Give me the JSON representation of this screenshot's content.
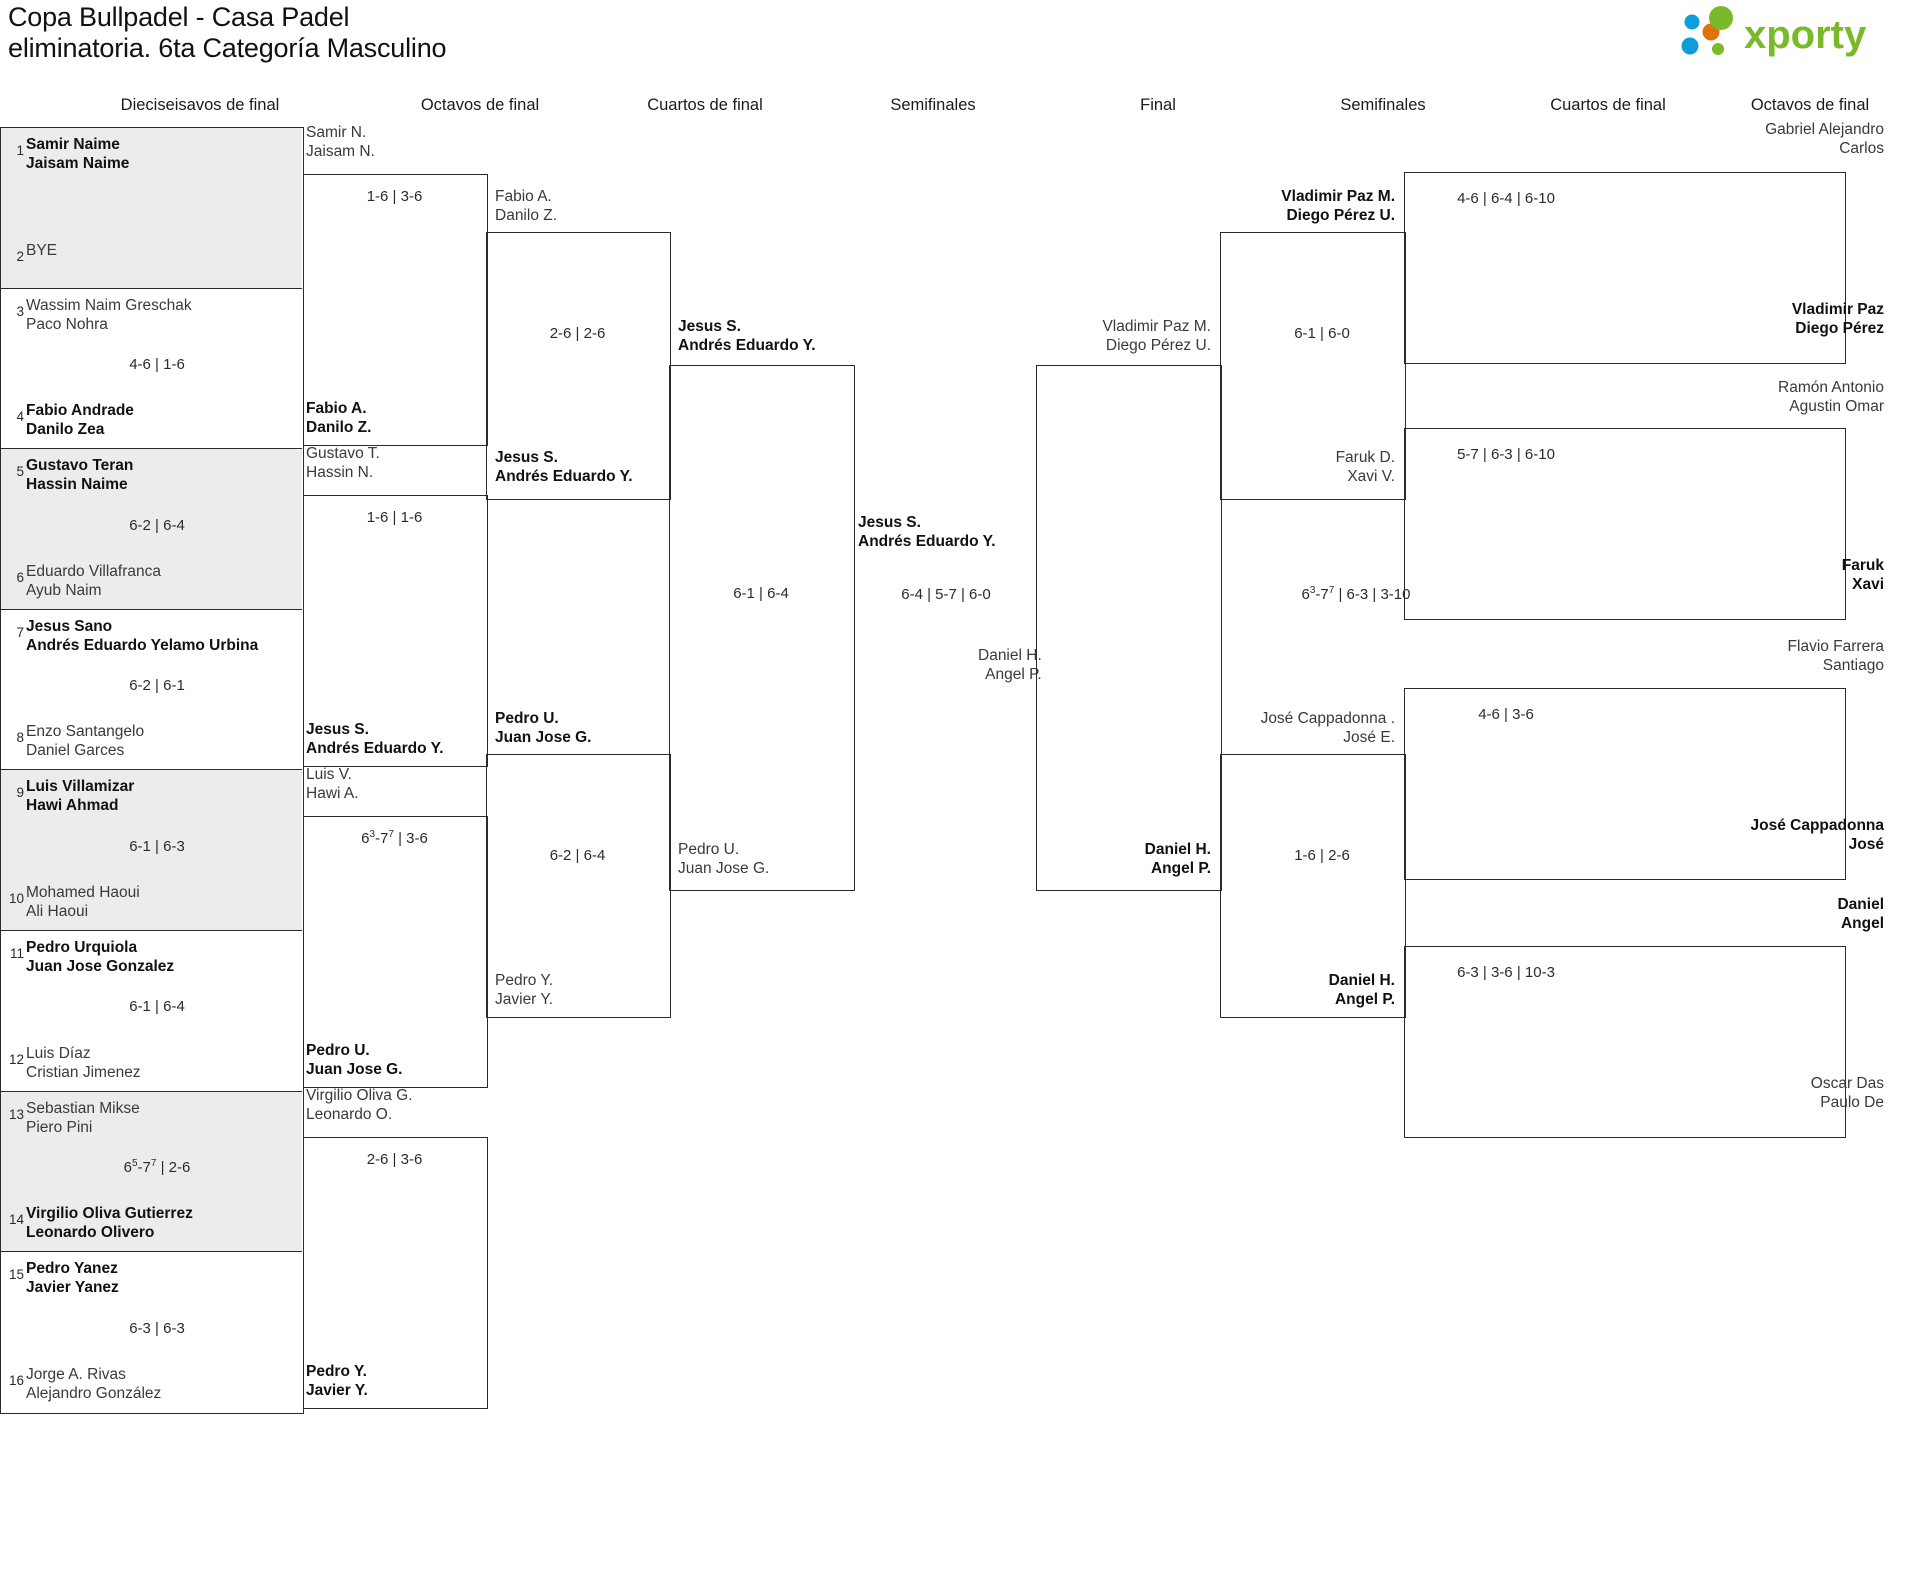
{
  "header": {
    "title": "Copa Bullpadel - Casa Padel\neliminatoria. 6ta Categoría Masculino",
    "logo_text": "xporty",
    "logo_colors": {
      "green": "#7ab929",
      "blue": "#0d9ddb",
      "orange": "#e2700d"
    }
  },
  "rounds": [
    {
      "id": "r16-left",
      "label": "Dieciseisavos de final"
    },
    {
      "id": "r8-left",
      "label": "Octavos de final"
    },
    {
      "id": "qf-left",
      "label": "Cuartos de final"
    },
    {
      "id": "sf-left",
      "label": "Semifinales"
    },
    {
      "id": "final",
      "label": "Final"
    },
    {
      "id": "sf-right",
      "label": "Semifinales"
    },
    {
      "id": "qf-right",
      "label": "Cuartos de final"
    },
    {
      "id": "r8-right",
      "label": "Octavos de final"
    }
  ],
  "round_of_32": {
    "entries": [
      {
        "seed": "1",
        "p1": "Samir Naime",
        "p2": "Jaisam Naime",
        "winner": true,
        "shaded": true
      },
      {
        "seed": "2",
        "p1": "BYE",
        "p2": "",
        "winner": false,
        "shaded": true
      },
      {
        "seed": "3",
        "p1": "Wassim Naim Greschak",
        "p2": "Paco Nohra",
        "winner": false,
        "shaded": false
      },
      {
        "seed": "4",
        "p1": "Fabio Andrade",
        "p2": "Danilo Zea",
        "winner": true,
        "shaded": false
      },
      {
        "seed": "5",
        "p1": "Gustavo Teran",
        "p2": "Hassin Naime",
        "winner": true,
        "shaded": true
      },
      {
        "seed": "6",
        "p1": "Eduardo Villafranca",
        "p2": "Ayub Naim",
        "winner": false,
        "shaded": true
      },
      {
        "seed": "7",
        "p1": "Jesus Sano",
        "p2": "Andrés Eduardo Yelamo Urbina",
        "winner": true,
        "shaded": false
      },
      {
        "seed": "8",
        "p1": "Enzo Santangelo",
        "p2": "Daniel Garces",
        "winner": false,
        "shaded": false
      },
      {
        "seed": "9",
        "p1": "Luis Villamizar",
        "p2": "Hawi Ahmad",
        "winner": true,
        "shaded": true
      },
      {
        "seed": "10",
        "p1": "Mohamed Haoui",
        "p2": "Ali Haoui",
        "winner": false,
        "shaded": true
      },
      {
        "seed": "11",
        "p1": "Pedro Urquiola",
        "p2": "Juan Jose Gonzalez",
        "winner": true,
        "shaded": false
      },
      {
        "seed": "12",
        "p1": "Luis Díaz",
        "p2": "Cristian Jimenez",
        "winner": false,
        "shaded": false
      },
      {
        "seed": "13",
        "p1": "Sebastian Mikse",
        "p2": "Piero Pini",
        "winner": false,
        "shaded": true
      },
      {
        "seed": "14",
        "p1": "Virgilio Oliva Gutierrez",
        "p2": "Leonardo Olivero",
        "winner": true,
        "shaded": true
      },
      {
        "seed": "15",
        "p1": "Pedro Yanez",
        "p2": "Javier Yanez",
        "winner": true,
        "shaded": false
      },
      {
        "seed": "16",
        "p1": "Jorge A. Rivas",
        "p2": "Alejandro González",
        "winner": false,
        "shaded": false
      }
    ],
    "scores": [
      {
        "text": "",
        "sup": []
      },
      {
        "text": "4-6 | 1-6",
        "sup": []
      },
      {
        "text": "6-2 | 6-4",
        "sup": []
      },
      {
        "text": "6-2 | 6-1",
        "sup": []
      },
      {
        "text": "6-1 | 6-3",
        "sup": []
      },
      {
        "text": "6-1 | 6-4",
        "sup": []
      },
      {
        "text": "6|5|-7|7| | 2-6",
        "sup": [
          "5",
          "7"
        ]
      },
      {
        "text": "6-3 | 6-3",
        "sup": []
      }
    ]
  },
  "left_r16": [
    {
      "top_p1": "Samir N.",
      "top_p2": "Jaisam N.",
      "top_winner": false,
      "bot_p1": "Fabio A.",
      "bot_p2": "Danilo Z.",
      "bot_winner": true,
      "score": "1-6 | 3-6"
    },
    {
      "top_p1": "Gustavo T.",
      "top_p2": "Hassin N.",
      "top_winner": false,
      "bot_p1": "Jesus S.",
      "bot_p2": "Andrés Eduardo Y.",
      "bot_winner": true,
      "score": "1-6 | 1-6"
    },
    {
      "top_p1": "Luis V.",
      "top_p2": "Hawi A.",
      "top_winner": false,
      "bot_p1": "Pedro U.",
      "bot_p2": "Juan Jose G.",
      "bot_winner": true,
      "score": "6|3|-7|7| | 3-6",
      "sup": [
        "3",
        "7"
      ]
    },
    {
      "top_p1": "Virgilio Oliva G.",
      "top_p2": "Leonardo O.",
      "top_winner": false,
      "bot_p1": "Pedro Y.",
      "bot_p2": "Javier Y.",
      "bot_winner": true,
      "score": "2-6 | 3-6"
    }
  ],
  "left_qf": [
    {
      "top_p1": "Fabio A.",
      "top_p2": "Danilo Z.",
      "top_winner": false,
      "bot_p1": "Jesus S.",
      "bot_p2": "Andrés Eduardo Y.",
      "bot_winner": true,
      "score": "2-6 | 2-6"
    },
    {
      "top_p1": "Pedro U.",
      "top_p2": "Juan Jose G.",
      "top_winner": true,
      "bot_p1": "Pedro Y.",
      "bot_p2": "Javier Y.",
      "bot_winner": false,
      "score": "6-2 | 6-4"
    }
  ],
  "left_sf": {
    "top_p1": "Jesus S.",
    "top_p2": "Andrés Eduardo Y.",
    "top_winner": true,
    "bot_p1": "Pedro U.",
    "bot_p2": "Juan Jose G.",
    "bot_winner": false,
    "score": "6-1 | 6-4"
  },
  "final": {
    "top_p1": "Jesus S.",
    "top_p2": "Andrés Eduardo Y.",
    "top_winner": true,
    "bot_p1": "Daniel H.",
    "bot_p2": "Angel P.",
    "bot_winner": false,
    "score": "6-4 | 5-7 | 6-0"
  },
  "right_sf": {
    "top_p1": "Vladimir Paz M.",
    "top_p2": "Diego Pérez U.",
    "top_winner": false,
    "bot_p1": "Daniel H.",
    "bot_p2": "Angel P.",
    "bot_winner": true,
    "score": "6|3|-7|7| | 6-3 | 3-10",
    "sup": [
      "3",
      "7"
    ]
  },
  "right_qf": [
    {
      "top_p1": "Vladimir Paz M.",
      "top_p2": "Diego Pérez U.",
      "top_winner": true,
      "bot_p1": "Faruk D.",
      "bot_p2": "Xavi V.",
      "bot_winner": false,
      "score": "6-1 | 6-0"
    },
    {
      "top_p1": "José Cappadonna .",
      "top_p2": "José E.",
      "top_winner": false,
      "bot_p1": "Daniel H.",
      "bot_p2": "Angel P.",
      "bot_winner": true,
      "score": "1-6 | 2-6"
    }
  ],
  "right_r16": [
    {
      "top_p1": "Gabriel Alejandro",
      "top_p2": "Carlos",
      "top_winner": false,
      "bot_p1": "Vladimir Paz",
      "bot_p2": "Diego Pérez",
      "bot_winner": true,
      "score": "4-6 | 6-4 | 6-10"
    },
    {
      "top_p1": "Ramón Antonio",
      "top_p2": "Agustin Omar",
      "top_winner": false,
      "bot_p1": "Faruk",
      "bot_p2": "Xavi",
      "bot_winner": true,
      "score": "5-7 | 6-3 | 6-10"
    },
    {
      "top_p1": "Flavio Farrera",
      "top_p2": "Santiago",
      "top_winner": false,
      "bot_p1": "José Cappadonna",
      "bot_p2": "José",
      "bot_winner": true,
      "score": "4-6 | 3-6"
    },
    {
      "top_p1": "Daniel",
      "top_p2": "Angel",
      "top_winner": true,
      "bot_p1": "Oscar Das",
      "bot_p2": "Paulo De",
      "bot_winner": false,
      "score": "6-3 | 3-6 | 10-3"
    }
  ]
}
